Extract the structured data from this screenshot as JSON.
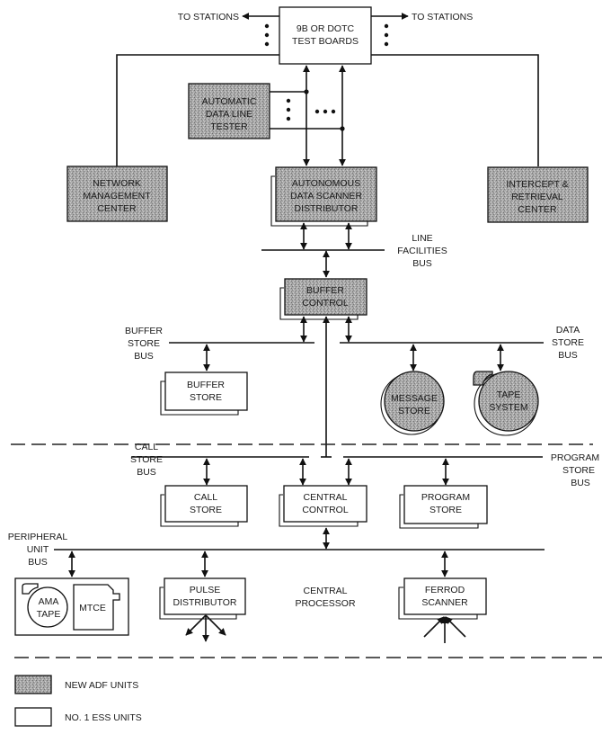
{
  "diagram": {
    "top_clipped_text": "",
    "stations_left": "TO STATIONS",
    "stations_right": "TO STATIONS",
    "blocks": {
      "test_boards": [
        "9B OR DOTC",
        "TEST BOARDS"
      ],
      "adlt": [
        "AUTOMATIC",
        "DATA LINE",
        "TESTER"
      ],
      "nmc": [
        "NETWORK",
        "MANAGEMENT",
        "CENTER"
      ],
      "adsd": [
        "AUTONOMOUS",
        "DATA SCANNER",
        "DISTRIBUTOR"
      ],
      "irc": [
        "INTERCEPT &",
        "RETRIEVAL",
        "CENTER"
      ],
      "buffer_control": [
        "BUFFER",
        "CONTROL"
      ],
      "buffer_store": [
        "BUFFER",
        "STORE"
      ],
      "message_store": [
        "MESSAGE",
        "STORE"
      ],
      "tape_system": [
        "TAPE",
        "SYSTEM"
      ],
      "call_store": [
        "CALL",
        "STORE"
      ],
      "central_control": [
        "CENTRAL",
        "CONTROL"
      ],
      "program_store": [
        "PROGRAM",
        "STORE"
      ],
      "ama_tape": [
        "AMA",
        "TAPE"
      ],
      "mtce": "MTCE",
      "pulse_distributor": [
        "PULSE",
        "DISTRIBUTOR"
      ],
      "ferrod_scanner": [
        "FERROD",
        "SCANNER"
      ]
    },
    "buses": {
      "line_facilities": [
        "LINE",
        "FACILITIES",
        "BUS"
      ],
      "buffer_store": [
        "BUFFER",
        "STORE",
        "BUS"
      ],
      "data_store": [
        "DATA",
        "STORE",
        "BUS"
      ],
      "call_store": [
        "CALL",
        "STORE",
        "BUS"
      ],
      "program_store": [
        "PROGRAM",
        "STORE",
        "BUS"
      ],
      "peripheral_unit": [
        "PERIPHERAL",
        "UNIT",
        "BUS"
      ]
    },
    "central_processor_label": [
      "CENTRAL",
      "PROCESSOR"
    ],
    "legend": [
      {
        "label": "NEW ADF UNITS",
        "style": "shaded"
      },
      {
        "label": "NO. 1 ESS UNITS",
        "style": "plain"
      }
    ],
    "colors": {
      "shade": "#9a9a9a",
      "line": "#111111"
    }
  }
}
